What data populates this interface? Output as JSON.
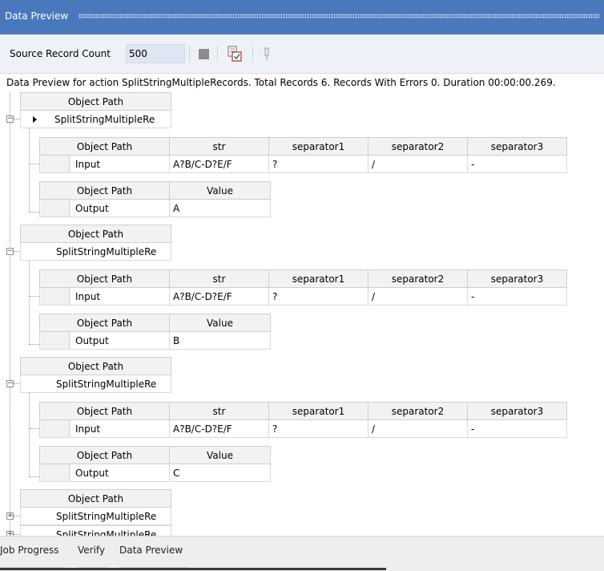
{
  "panel": {
    "title": "Data Preview"
  },
  "toolbar": {
    "source_label": "Source Record Count",
    "source_value": "500",
    "stop_icon": "stop-icon",
    "export_icon": "export-icon",
    "pin_icon": "pin-icon"
  },
  "summary": "Data Preview for action SplitStringMultipleRecords. Total Records 6. Records With Errors 0. Duration 00:00:00.269.",
  "records": [
    {
      "header": "Object Path",
      "path": "SplitStringMultipleRe",
      "input_headers": [
        "Object Path",
        "str",
        "separator1",
        "separator2",
        "separator3"
      ],
      "input_values": [
        "Input",
        "A?B/C-D?E/F",
        "?",
        "/",
        "-"
      ],
      "output_headers": [
        "Object Path",
        "Value"
      ],
      "output_values": [
        "Output",
        "A"
      ]
    },
    {
      "header": "Object Path",
      "path": "SplitStringMultipleRe",
      "input_headers": [
        "Object Path",
        "str",
        "separator1",
        "separator2",
        "separator3"
      ],
      "input_values": [
        "Input",
        "A?B/C-D?E/F",
        "?",
        "/",
        "-"
      ],
      "output_headers": [
        "Object Path",
        "Value"
      ],
      "output_values": [
        "Output",
        "B"
      ]
    },
    {
      "header": "Object Path",
      "path": "SplitStringMultipleRe",
      "input_headers": [
        "Object Path",
        "str",
        "separator1",
        "separator2",
        "separator3"
      ],
      "input_values": [
        "Input",
        "A?B/C-D?E/F",
        "?",
        "/",
        "-"
      ],
      "output_headers": [
        "Object Path",
        "Value"
      ],
      "output_values": [
        "Output",
        "C"
      ]
    },
    {
      "header": "Object Path",
      "path": "SplitStringMultipleRe"
    },
    {
      "path": "SplitStringMultipleRe"
    }
  ],
  "tabs": [
    "Job Progress",
    "Verify",
    "Data Preview"
  ]
}
